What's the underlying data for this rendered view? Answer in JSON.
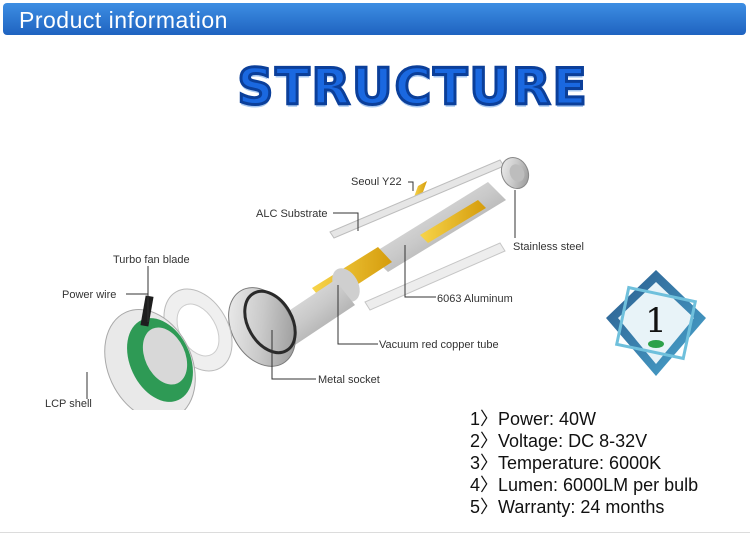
{
  "header": {
    "title": "Product information"
  },
  "structure": {
    "title": "STRUCTURE"
  },
  "labels": {
    "seoul": "Seoul Y22",
    "alc": "ALC Substrate",
    "stainless": "Stainless steel",
    "turbo": "Turbo fan blade",
    "power_wire": "Power  wire",
    "aluminum": "6063 Aluminum",
    "vacuum": "Vacuum red copper tube",
    "metal_socket": "Metal socket",
    "lcp": "LCP shell"
  },
  "badge": {
    "number": "1"
  },
  "specs": [
    "1〉Power: 40W",
    "2〉Voltage: DC 8-32V",
    "3〉Temperature: 6000K",
    "4〉Lumen: 6000LM per bulb",
    "5〉Warranty: 24 months"
  ],
  "colors": {
    "header": "#2a73d0",
    "title": "#1a68e0",
    "chip": "#f2c31a"
  }
}
